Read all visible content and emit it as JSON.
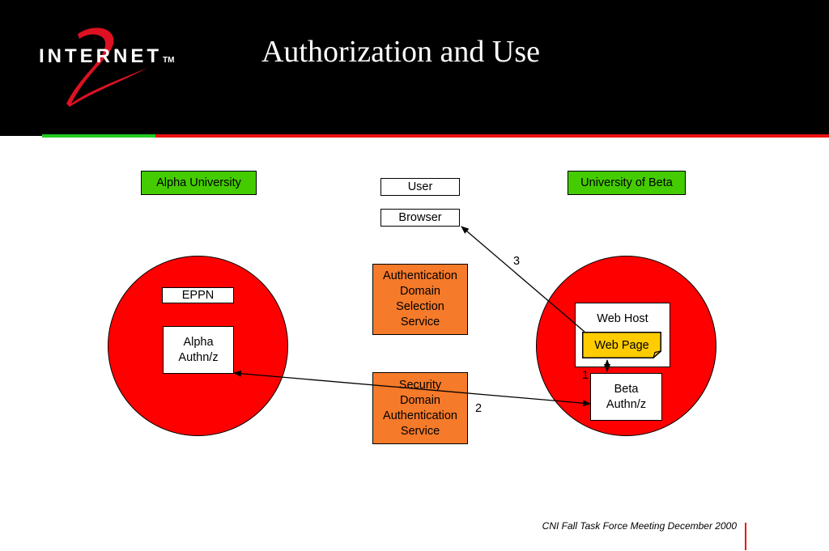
{
  "header": {
    "logo_text": "INTERNET",
    "logo_tm": "TM",
    "logo_numeral": "2",
    "title": "Authorization and Use"
  },
  "diagram": {
    "alpha_label": "Alpha University",
    "beta_label": "University of Beta",
    "user": "User",
    "browser": "Browser",
    "eppn": "EPPN",
    "alpha_authnz": [
      "Alpha",
      "Authn/z"
    ],
    "adss": [
      "Authentication",
      "Domain",
      "Selection",
      "Service"
    ],
    "sdas": [
      "Security",
      "Domain",
      "Authentication",
      "Service"
    ],
    "web_host": "Web Host",
    "web_page": "Web Page",
    "beta_authnz": [
      "Beta",
      "Authn/z"
    ],
    "step_1": "1",
    "step_2": "2",
    "step_3": "3"
  },
  "footer": {
    "text": "CNI Fall Task Force Meeting December 2000"
  },
  "colors": {
    "header_bg": "#000000",
    "circle_red": "#ff0000",
    "label_green": "#44cc00",
    "service_orange": "#f57a2a",
    "webpage_yellow": "#ffcc00",
    "accent_green": "#22cc22",
    "accent_red": "#ee1111"
  }
}
